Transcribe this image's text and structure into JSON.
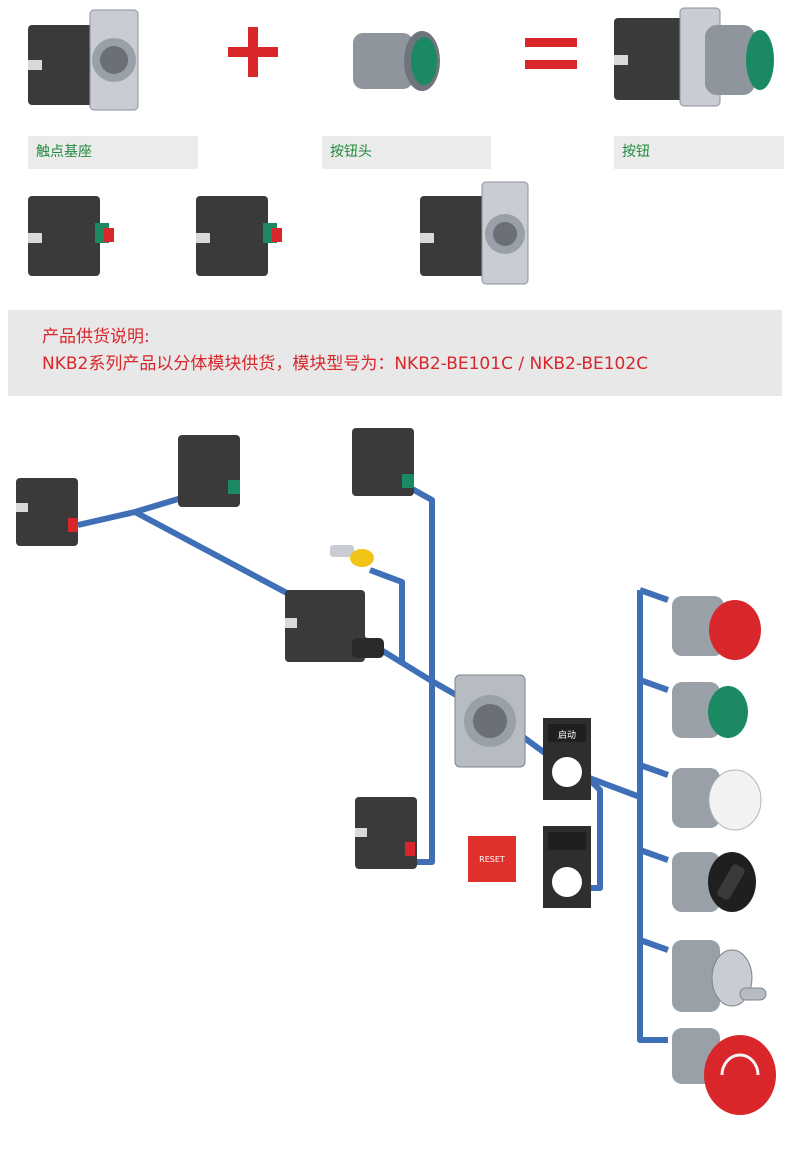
{
  "top_row": {
    "operators": {
      "plus": "+",
      "equals": "="
    },
    "labels": {
      "contact_base": "触点基座",
      "button_head": "按钮头",
      "button": "按钮"
    }
  },
  "notice": {
    "title": "产品供货说明:",
    "body": "NKB2系列产品以分体模块供货，模块型号为：NKB2-BE101C / NKB2-BE102C"
  },
  "diagram": {
    "plate_start_label": "启动",
    "reset_label": "RESET",
    "colors": {
      "connector_line": "#3f6fb7",
      "red": "#d8262b",
      "green": "#1f8a3c",
      "label_green": "#1f8a3c"
    },
    "heads": [
      "red-flush-button",
      "green-flush-button",
      "white-illuminated-button",
      "black-selector-switch",
      "key-switch",
      "red-emergency-stop"
    ]
  }
}
